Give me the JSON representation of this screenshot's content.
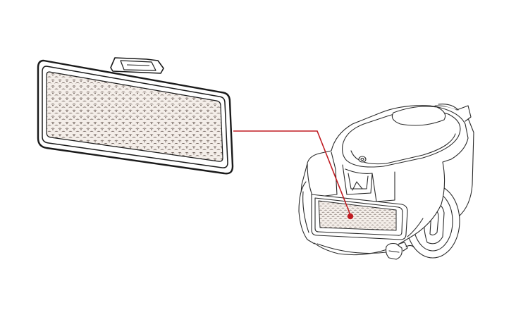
{
  "diagram": {
    "figure": "vacuum-filter-location",
    "parts": [
      {
        "id": "exhaust-filter",
        "icon": "filter-icon",
        "shown": "enlarged"
      },
      {
        "id": "canister-vacuum",
        "icon": "vacuum-cleaner-icon",
        "shown": "full"
      }
    ],
    "callout": {
      "from": "exhaust-filter",
      "to": "filter-slot"
    }
  },
  "colors": {
    "outline": "#1a1a1a",
    "mesh_fill": "#f4eee9",
    "mesh_dark": "#4a3a33",
    "callout_line": "#c01c22",
    "background": "#ffffff"
  }
}
